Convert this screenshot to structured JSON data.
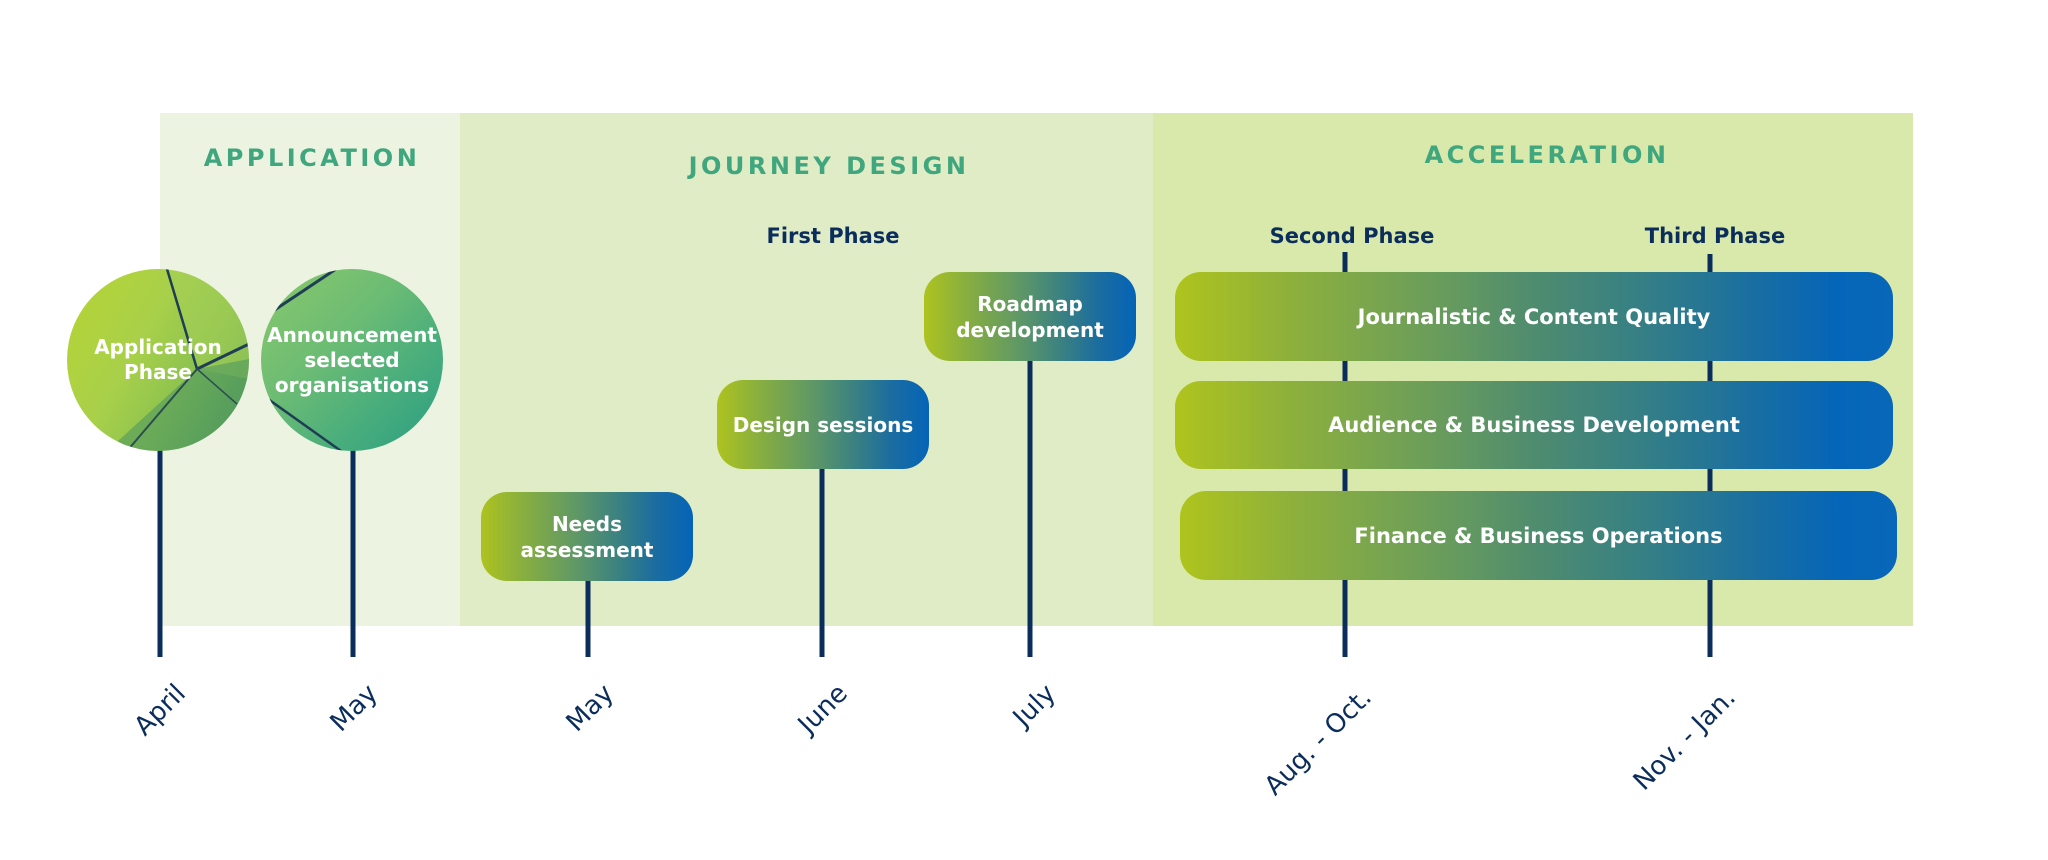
{
  "sections": {
    "application": {
      "title": "APPLICATION"
    },
    "journey_design": {
      "title": "JOURNEY DESIGN"
    },
    "acceleration": {
      "title": "ACCELERATION"
    }
  },
  "phases": {
    "first": "First Phase",
    "second": "Second Phase",
    "third": "Third Phase"
  },
  "milestones": {
    "application_phase": {
      "line1": "Application",
      "line2": "Phase"
    },
    "announcement": {
      "line1": "Announcement",
      "line2": "selected",
      "line3": "organisations"
    },
    "needs_assessment": {
      "line1": "Needs",
      "line2": "assessment"
    },
    "design_sessions": {
      "label": "Design sessions"
    },
    "roadmap": {
      "line1": "Roadmap",
      "line2": "development"
    }
  },
  "tracks": [
    {
      "label": "Journalistic & Content Quality"
    },
    {
      "label": "Audience & Business Development"
    },
    {
      "label": "Finance & Business Operations"
    }
  ],
  "timeline": [
    {
      "label": "April"
    },
    {
      "label": "May"
    },
    {
      "label": "May"
    },
    {
      "label": "June"
    },
    {
      "label": "July"
    },
    {
      "label": "Aug. - Oct."
    },
    {
      "label": "Nov. - Jan."
    }
  ],
  "colors": {
    "section_title": "#3fa67d",
    "text_dark": "#0b2d5b",
    "gradient_start": "#aec31f",
    "gradient_end": "#0564b8",
    "panel_application": "#ecf3e0",
    "panel_journey": "#dfecc6",
    "panel_acceleration": "#d8e9ab"
  }
}
